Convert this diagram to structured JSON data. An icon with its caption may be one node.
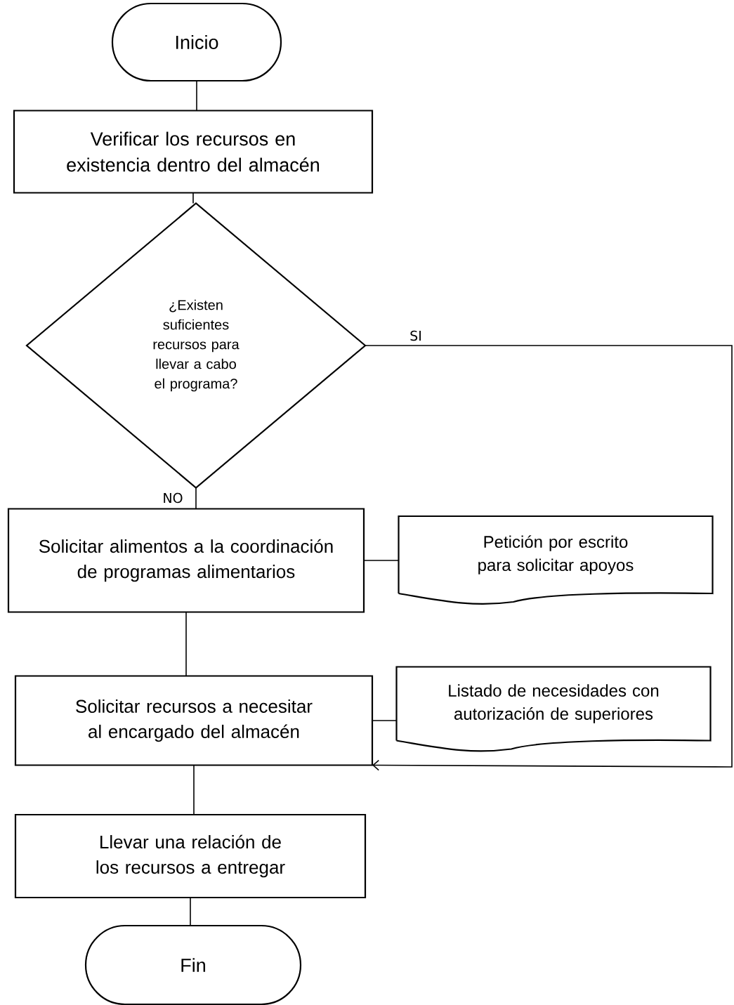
{
  "diagram": {
    "nodes": [
      {
        "text": [
          "Inicio"
        ]
      },
      {
        "text": [
          "Verificar los recursos en existencia dentro del almacén"
        ]
      },
      {
        "text": [
          "¿Existen suficientes recursos para llevar a cabo el programa?"
        ]
      },
      {
        "text": [
          "Solicitar alimentos a la coordinación de programas alimentarios"
        ]
      },
      {
        "text": [
          "Petición por escrito para solicitar apoyos"
        ]
      },
      {
        "text": [
          "Solicitar recursos a necesitar al encargado del almacén"
        ]
      },
      {
        "text": [
          "Listado de necesidades con autorización de superiores"
        ]
      },
      {
        "text": [
          "Llevar una relación de los recursos a entregar"
        ]
      },
      {
        "text": [
          "Fin"
        ]
      }
    ],
    "edges": [
      {
        "from": 0,
        "to": 1,
        "arrow": "none"
      },
      {
        "from": 1,
        "to": 2,
        "arrow": "none"
      },
      {
        "from": 2,
        "to": 3,
        "arrow": "none",
        "label": "NO"
      },
      {
        "from": 3,
        "to": 4,
        "arrow": "none"
      },
      {
        "from": 3,
        "to": 5,
        "arrow": "none"
      },
      {
        "from": 5,
        "to": 6,
        "arrow": "none"
      },
      {
        "from": 2,
        "to": 5,
        "arrow": "to",
        "label": "SI"
      },
      {
        "from": 5,
        "to": 7,
        "arrow": "none"
      },
      {
        "from": 7,
        "to": 8,
        "arrow": "none"
      }
    ]
  }
}
